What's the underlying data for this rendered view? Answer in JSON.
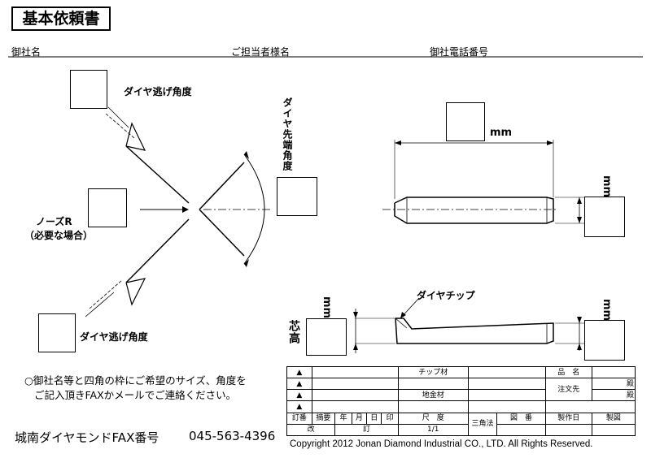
{
  "title": "基本依頼書",
  "header": {
    "company_label": "御社名",
    "person_label": "ご担当者様名",
    "phone_label": "御社電話番号"
  },
  "drawing": {
    "relief_angle_top": "ダイヤ逃げ角度",
    "relief_angle_bottom": "ダイヤ逃げ角度",
    "tip_angle": "ダイヤ先端角度",
    "nose_r": "ノーズR",
    "nose_r_note": "（必要な場合）",
    "unit_mm": "mm",
    "diamond_chip": "ダイヤチップ",
    "center_height": "芯高"
  },
  "note": {
    "line1": "○御社名等と四角の枠にご希望のサイズ、角度を",
    "line2": "ご記入頂きFAXかメールでご連絡ください。"
  },
  "fax": {
    "label": "城南ダイヤモンドFAX番号",
    "number": "045-563-4396"
  },
  "copyright": "Copyright 2012 Jonan Diamond Industrial CO., LTD. All Rights Reserved.",
  "form": {
    "triangle": "▲",
    "chip_material": "チップ材",
    "base_material": "地金材",
    "product_name": "品　名",
    "orderer": "注文先",
    "honorific": "殿",
    "revision_no": "訂番",
    "summary": "摘要",
    "year": "年",
    "month": "月",
    "day": "日",
    "stamp": "印",
    "scale": "尺　度",
    "scale_value": "1/1",
    "projection": "三角法",
    "drawing_no": "図　番",
    "made_date": "製作日",
    "manufacture": "製図",
    "revision": "改",
    "correction": "訂"
  }
}
